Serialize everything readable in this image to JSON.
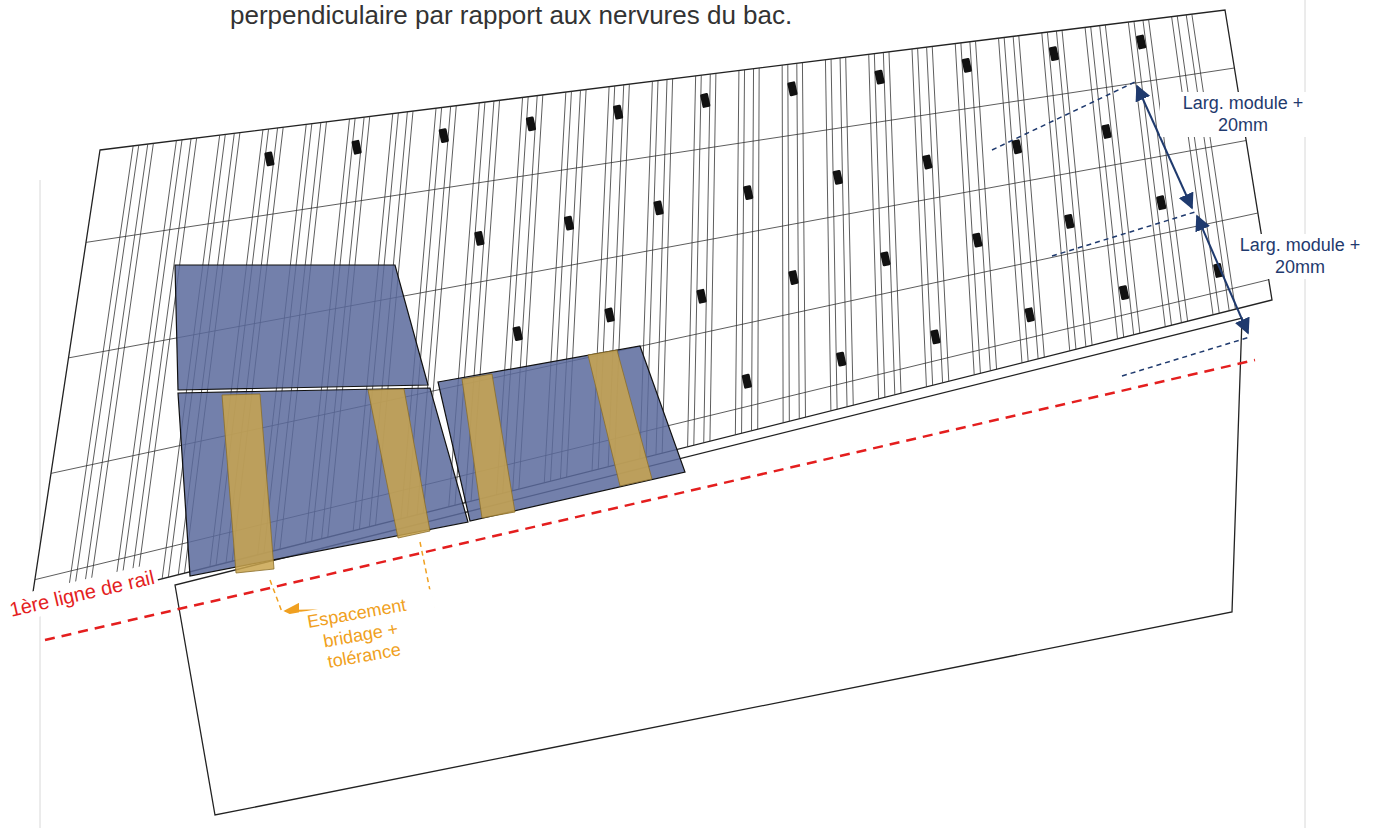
{
  "diagram": {
    "labels": [
      "perpendiculaire par rapport aux nervures du bac.",
      "Larg. module + 20mm",
      "Larg. module + 20mm",
      "1ère ligne de rail",
      "Espacement bridage + tolérance"
    ]
  }
}
